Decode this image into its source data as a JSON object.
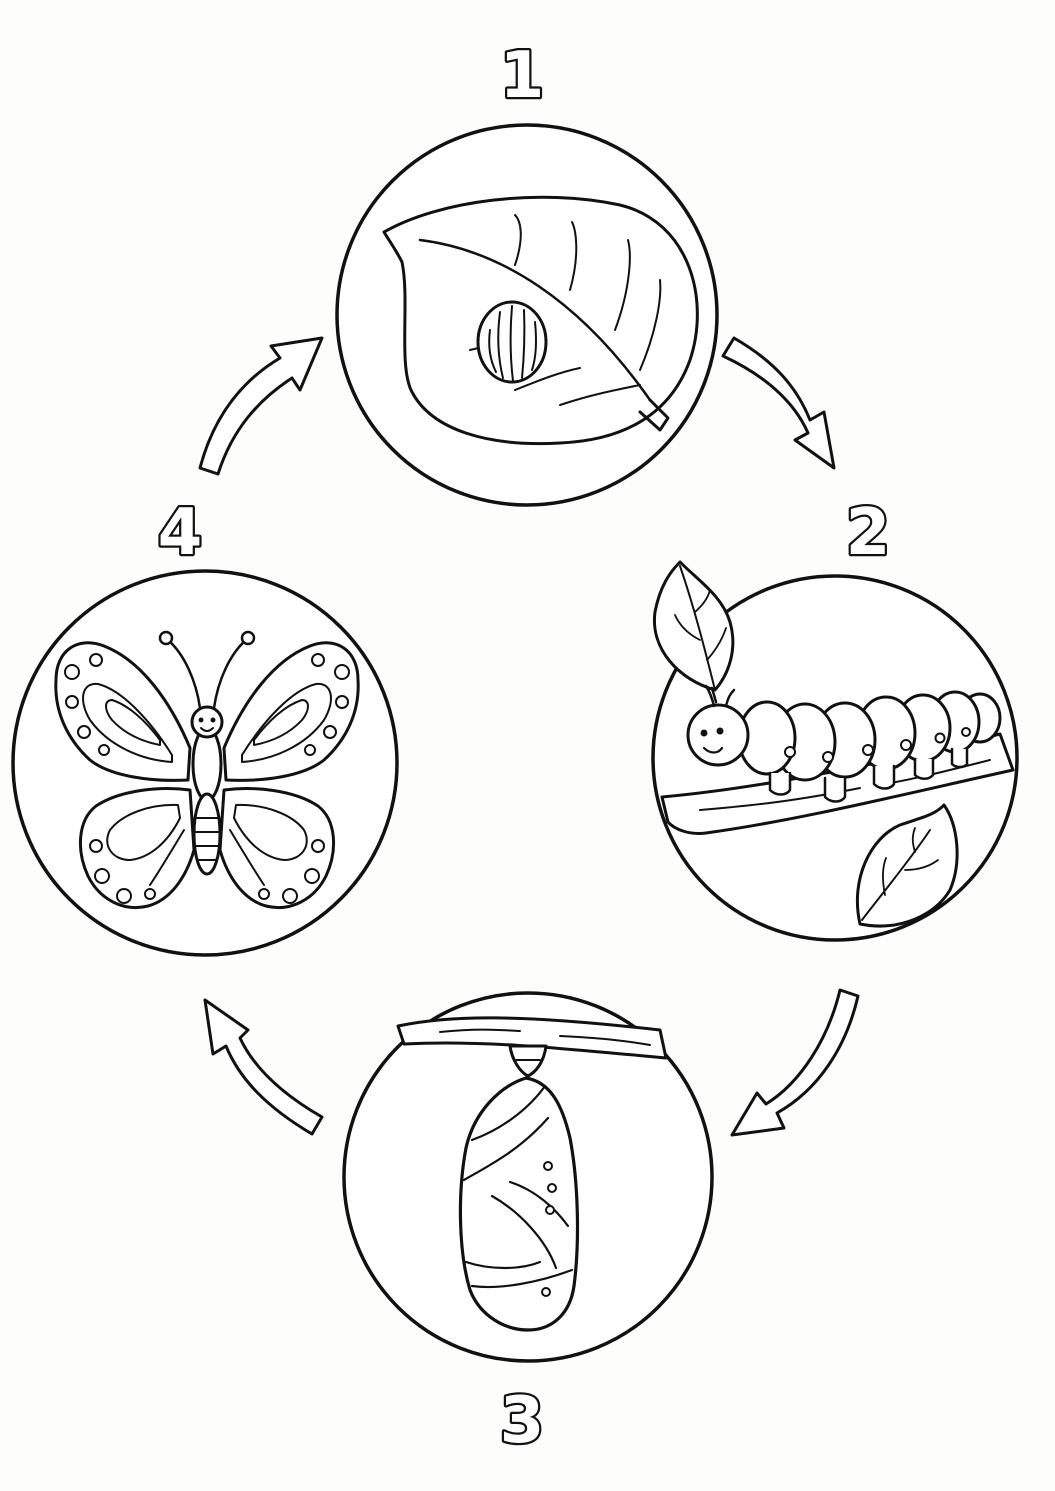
{
  "diagram": {
    "stages": [
      {
        "number": "1",
        "icon": "butterfly-egg-on-leaf-icon"
      },
      {
        "number": "2",
        "icon": "caterpillar-on-branch-icon"
      },
      {
        "number": "3",
        "icon": "chrysalis-hanging-icon"
      },
      {
        "number": "4",
        "icon": "butterfly-icon"
      }
    ],
    "arrows": [
      "cycle-arrow-1-to-2",
      "cycle-arrow-2-to-3",
      "cycle-arrow-3-to-4",
      "cycle-arrow-4-to-1"
    ],
    "colors": {
      "ink": "#111111",
      "paper": "#fdfdfb",
      "fill": "#ffffff"
    }
  }
}
